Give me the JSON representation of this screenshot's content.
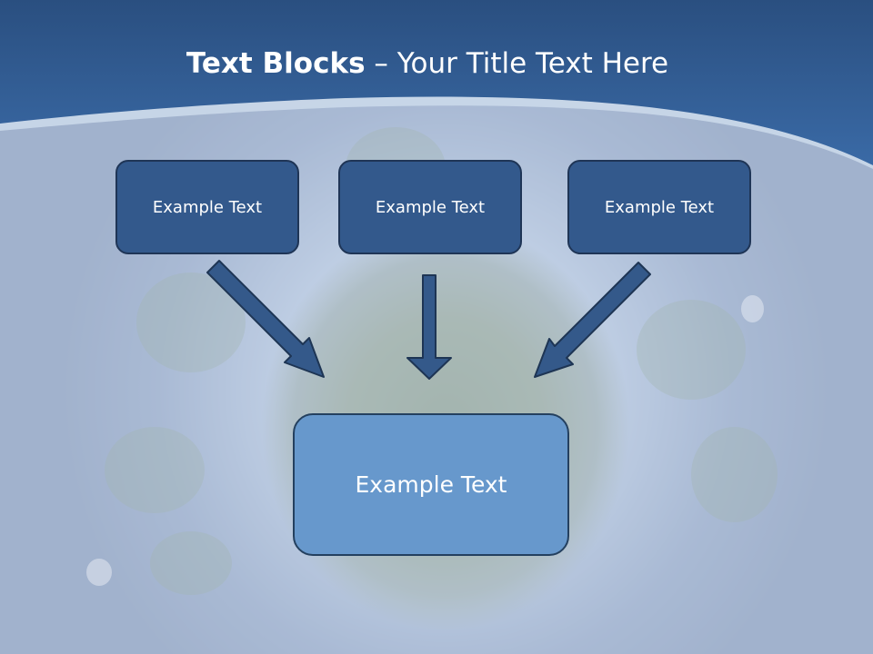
{
  "slide": {
    "title_bold": "Text Blocks",
    "title_dash": " – ",
    "title_rest": "Your Title Text Here"
  },
  "diagram": {
    "top_boxes": [
      {
        "label": "Example Text"
      },
      {
        "label": "Example Text"
      },
      {
        "label": "Example Text"
      }
    ],
    "bottom_box": {
      "label": "Example Text"
    }
  },
  "colors": {
    "header": "#2f5b94",
    "small_box": "#33598c",
    "big_box": "#6798cc",
    "arrow": "#33598c"
  }
}
